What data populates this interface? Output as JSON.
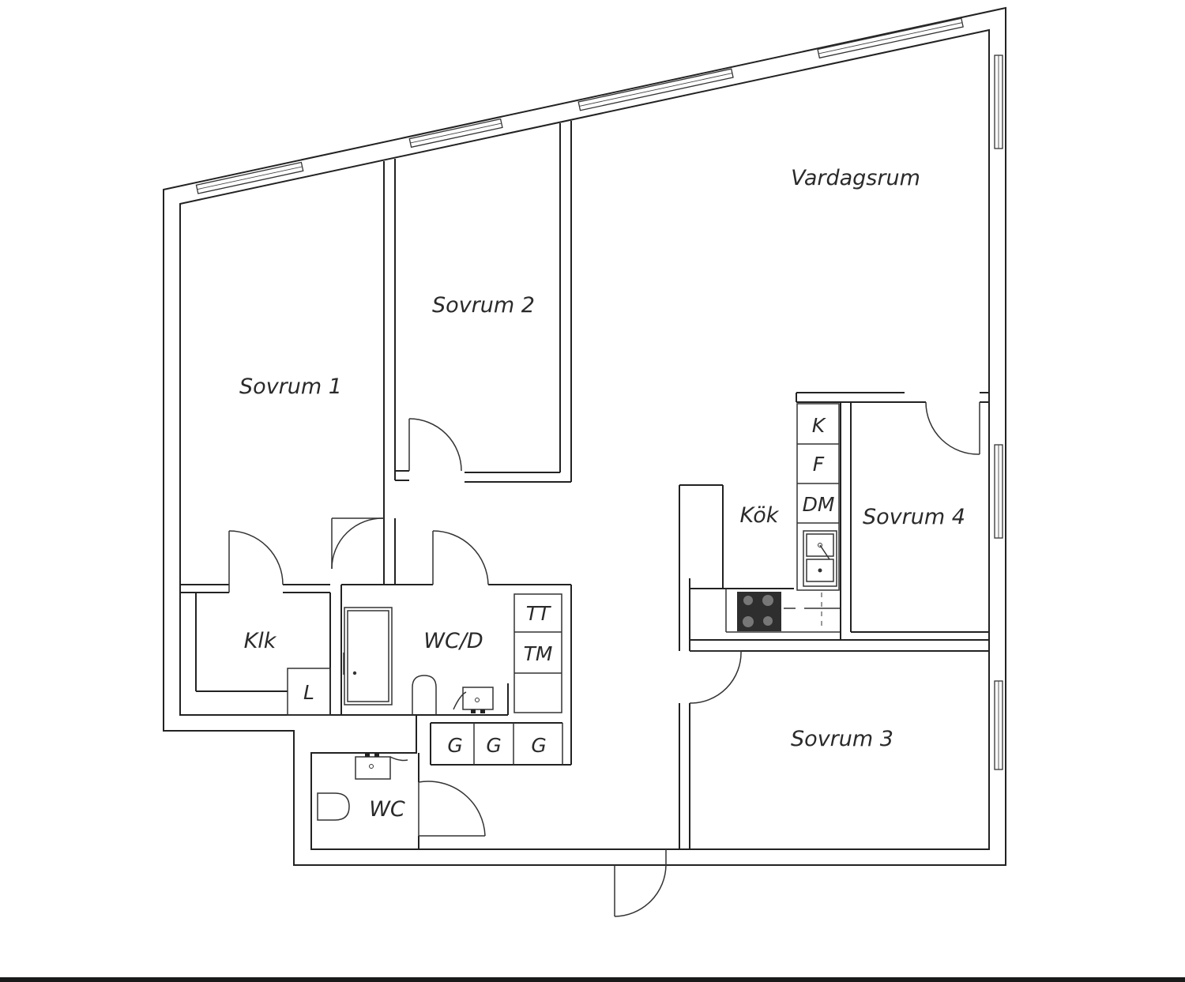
{
  "rooms": {
    "vardagsrum": "Vardagsrum",
    "sovrum1": "Sovrum 1",
    "sovrum2": "Sovrum 2",
    "sovrum3": "Sovrum 3",
    "sovrum4": "Sovrum 4",
    "kok": "Kök",
    "klk": "Klk",
    "wcd": "WC/D",
    "wc": "WC"
  },
  "fixtures": {
    "k": "K",
    "f": "F",
    "dm": "DM",
    "tt": "TT",
    "tm": "TM",
    "l": "L",
    "g1": "G",
    "g2": "G",
    "g3": "G"
  }
}
